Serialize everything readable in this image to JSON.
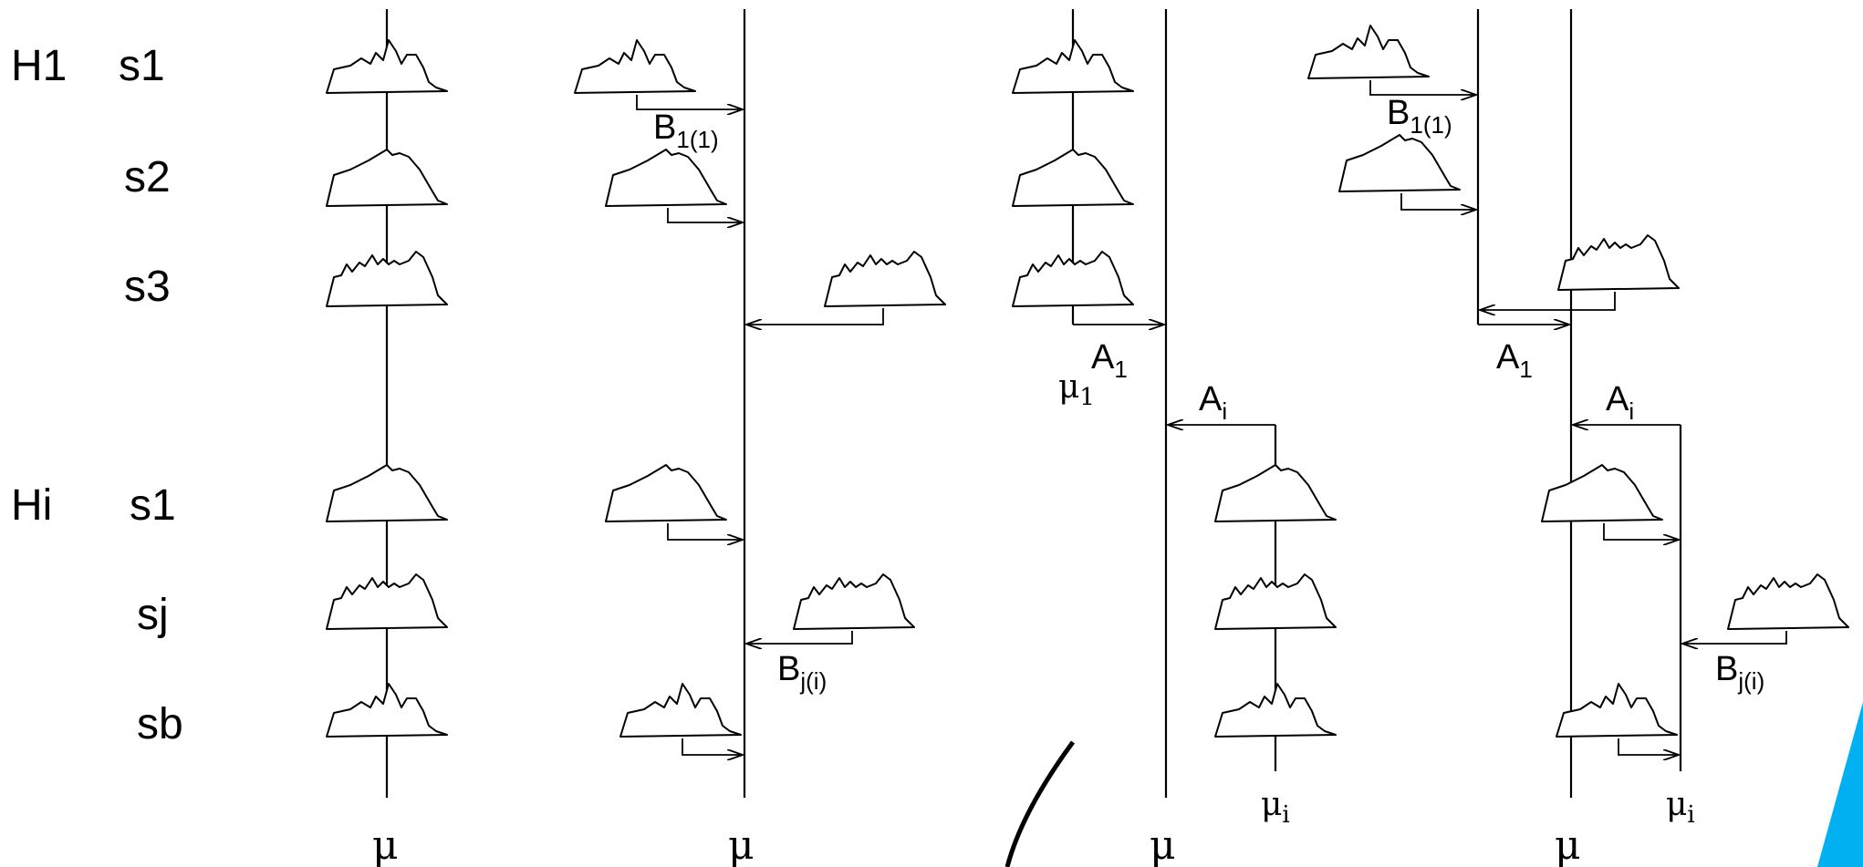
{
  "row_labels": {
    "h1": "H1",
    "hi": "Hi",
    "s1_top": "s1",
    "s2": "s2",
    "s3": "s3",
    "s1_bottom": "s1",
    "sj": "sj",
    "sb": "sb"
  },
  "mu_labels": {
    "panel1": "μ",
    "panel2": "μ",
    "panel3": "μ",
    "panel4": "μ"
  },
  "annotations": {
    "b11_panel2": {
      "main": "B",
      "sub": "1(1)"
    },
    "bji_panel2": {
      "main": "B",
      "sub": "j(i)"
    },
    "a1_panel3": {
      "main": "A",
      "sub": "1"
    },
    "mu1_panel3": {
      "main": "μ",
      "sub": "1"
    },
    "ai_panel3": {
      "main": "A",
      "sub": "i"
    },
    "mui_panel3": {
      "main": "μ",
      "sub": "i"
    },
    "b11_panel4": {
      "main": "B",
      "sub": "1(1)"
    },
    "a1_panel4": {
      "main": "A",
      "sub": "1"
    },
    "ai_panel4": {
      "main": "A",
      "sub": "i"
    },
    "bji_panel4": {
      "main": "B",
      "sub": "j(i)"
    },
    "mui_panel4": {
      "main": "μ",
      "sub": "i"
    }
  },
  "colors": {
    "stroke": "#000000",
    "background": "#ffffff",
    "accent_triangle": "#00b0f0"
  }
}
